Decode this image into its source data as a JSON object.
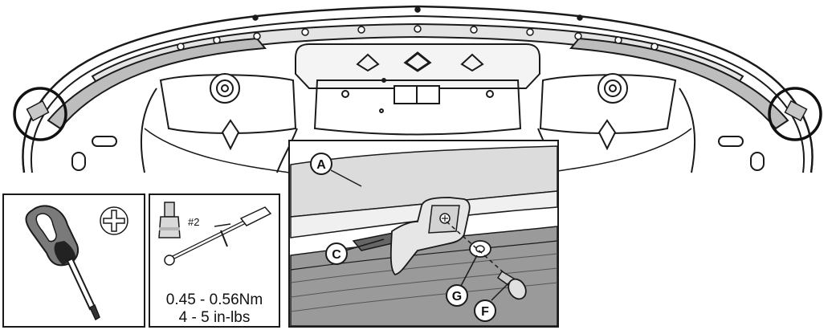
{
  "callouts": {
    "a": "A",
    "c": "C",
    "g": "G",
    "f": "F"
  },
  "tools": {
    "bit_size": "#2",
    "torque_nm": "0.45 - 0.56Nm",
    "torque_inlbs": "4 - 5 in-lbs"
  },
  "colors": {
    "line": "#1a1a1a",
    "trim_fill": "#d9d9d9",
    "rail_fill": "#9a9a9a",
    "handle_grey": "#7a7a7a"
  },
  "icons": {
    "phillips": "phillips-cross-icon"
  }
}
